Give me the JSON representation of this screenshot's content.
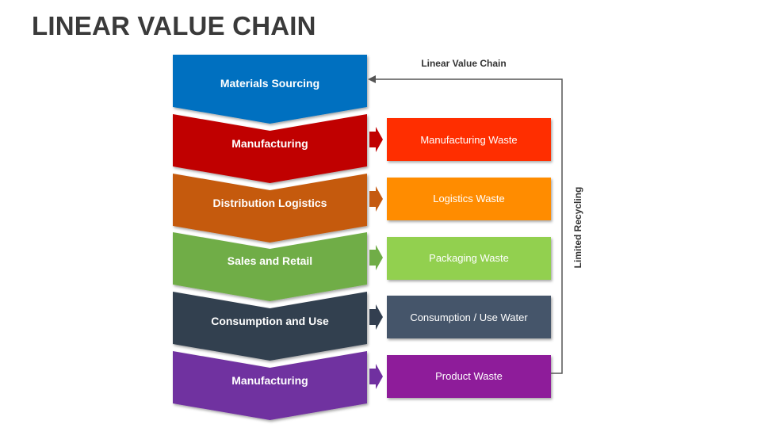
{
  "title": "LINEAR VALUE CHAIN",
  "loop_label": "Linear Value Chain",
  "recycling_label": "Limited Recycling",
  "stages": [
    {
      "label": "Materials Sourcing",
      "color": "#0070C0"
    },
    {
      "label": "Manufacturing",
      "color": "#C00000"
    },
    {
      "label": "Distribution Logistics",
      "color": "#C55A11"
    },
    {
      "label": "Sales and Retail",
      "color": "#70AD47"
    },
    {
      "label": "Consumption and Use",
      "color": "#333F50"
    },
    {
      "label": "Manufacturing",
      "color": "#7030A0"
    }
  ],
  "wastes": [
    {
      "label": "Manufacturing Waste",
      "color": "#FF2D00",
      "arrow_color": "#C00000"
    },
    {
      "label": "Logistics Waste",
      "color": "#FF8C00",
      "arrow_color": "#C55A11"
    },
    {
      "label": "Packaging Waste",
      "color": "#92D050",
      "arrow_color": "#70AD47"
    },
    {
      "label": "Consumption / Use Water",
      "color": "#44546A",
      "arrow_color": "#333F50"
    },
    {
      "label": "Product Waste",
      "color": "#8E1E9A",
      "arrow_color": "#7030A0"
    }
  ]
}
